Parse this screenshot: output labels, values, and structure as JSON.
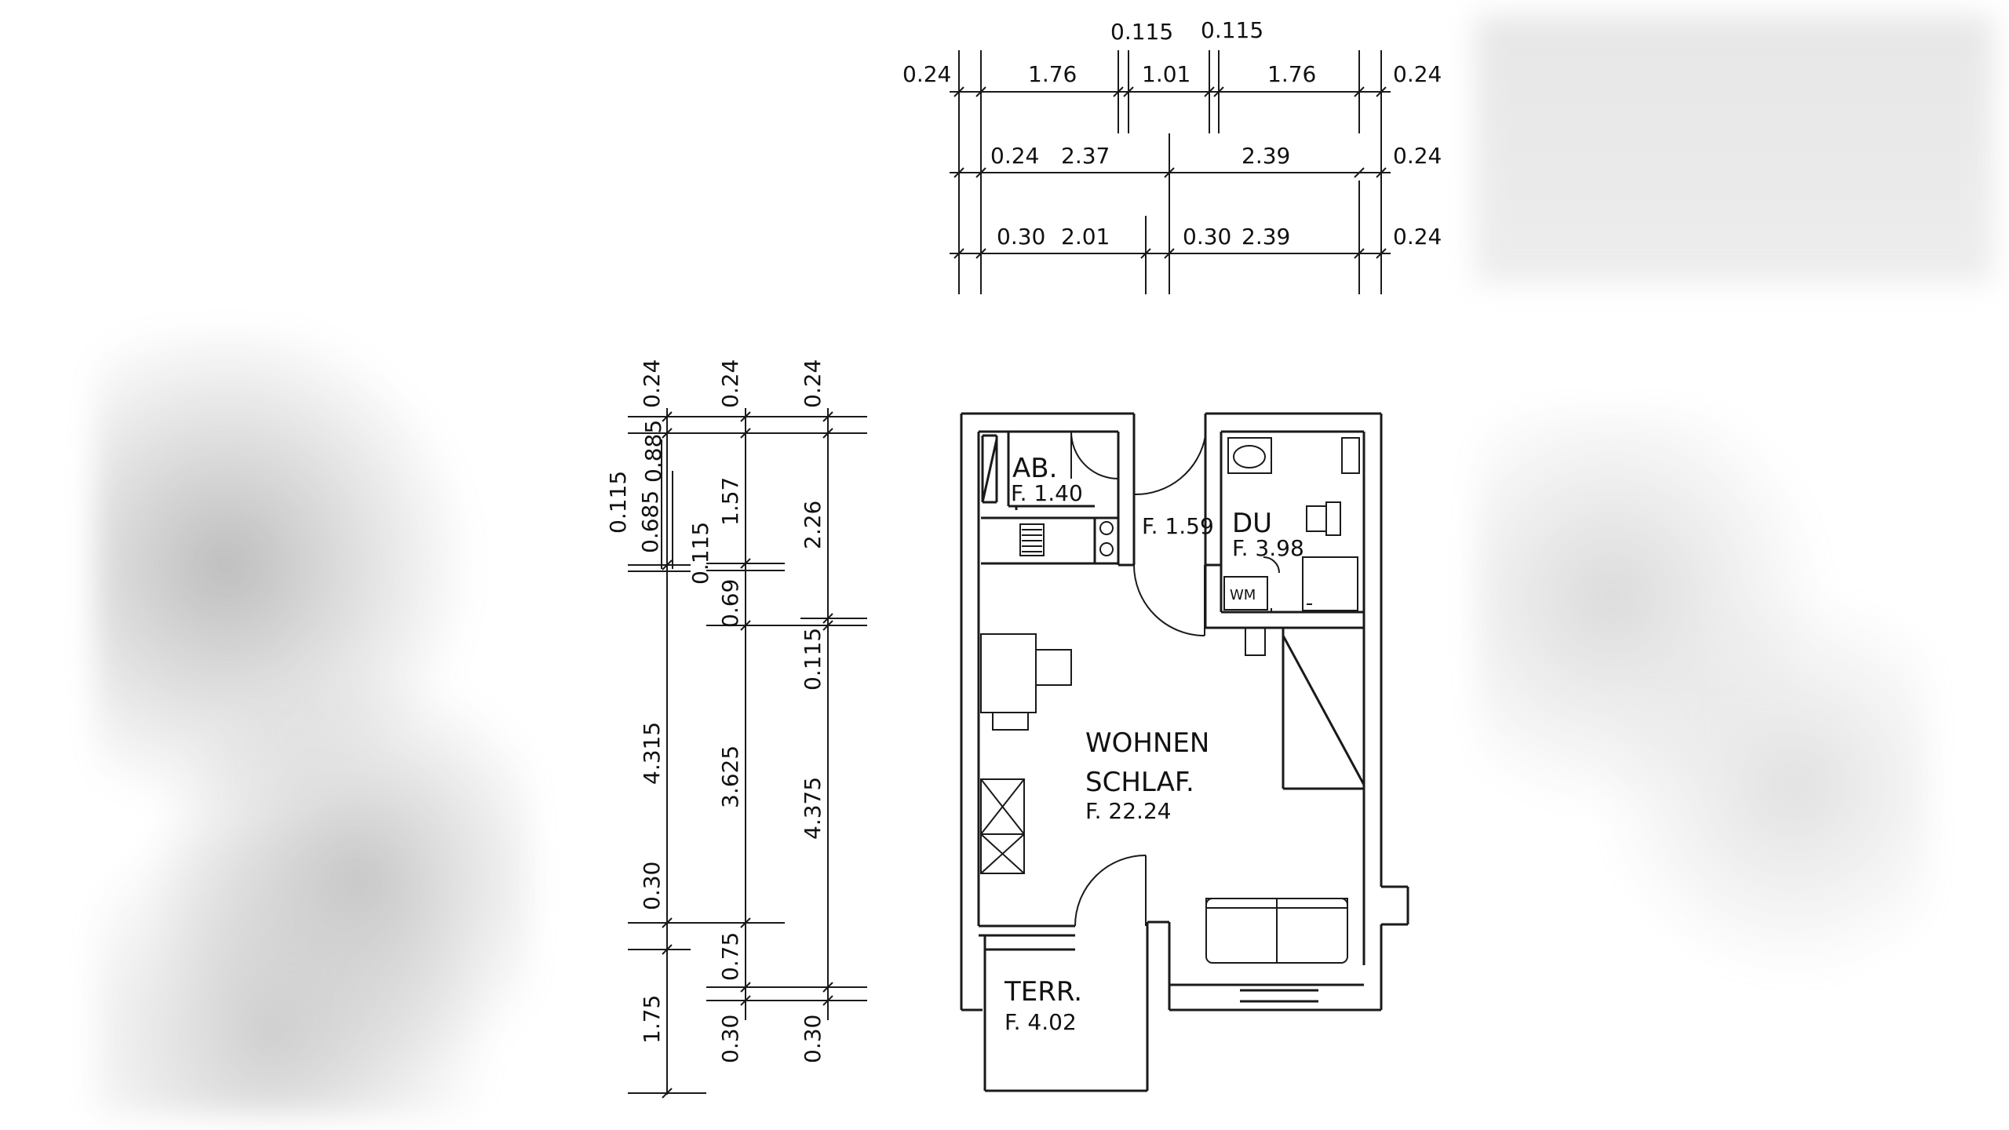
{
  "colors": {
    "line": "#1a1a1a",
    "background": "#ffffff",
    "blur": "#9a9a9a"
  },
  "dims_top": {
    "row0": {
      "a": "0.115",
      "b": "0.115"
    },
    "row1": [
      "0.24",
      "1.76",
      "1.01",
      "1.76",
      "0.24"
    ],
    "row2": [
      "0.24",
      "2.37",
      "2.39",
      "0.24"
    ],
    "row3": [
      "0.30",
      "2.01",
      "0.30",
      "2.39",
      "0.24"
    ]
  },
  "dims_left": {
    "col1": [
      "0.24",
      "0.115",
      "0.685",
      "4.315",
      "0.30",
      "1.75"
    ],
    "col1_inner": [
      "0.885",
      "0.115"
    ],
    "col2": [
      "0.24",
      "1.57",
      "0.69",
      "3.625",
      "0.75",
      "0.30"
    ],
    "col3": [
      "0.24",
      "2.26",
      "0.115",
      "4.375",
      "0.30"
    ]
  },
  "rooms": {
    "ab": {
      "name": "AB.",
      "area": "F. 1.40"
    },
    "flur": {
      "area": "F. 1.59"
    },
    "du": {
      "name": "DU",
      "area": "F. 3.98"
    },
    "wm": "WM",
    "wohnen": {
      "name1": "WOHNEN",
      "name2": "SCHLAF.",
      "area": "F. 22.24"
    },
    "terr": {
      "name": "TERR.",
      "area": "F. 4.02"
    }
  }
}
